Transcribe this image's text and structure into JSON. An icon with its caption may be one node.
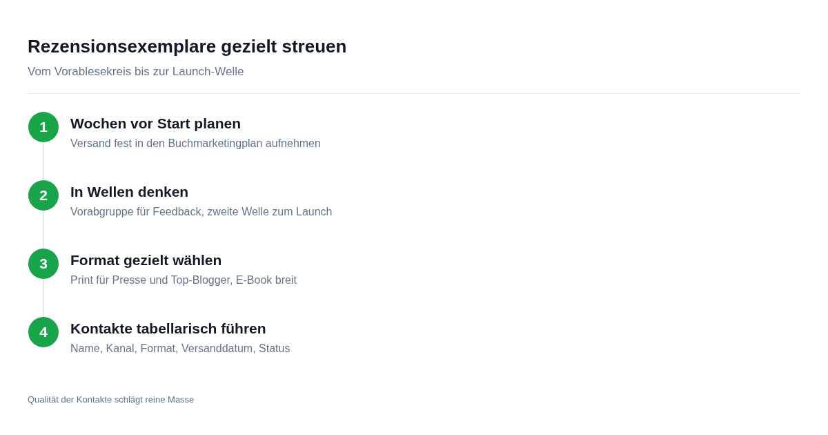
{
  "diagram": {
    "title": "Rezensionsexemplare gezielt streuen",
    "caption": "Qualität der Kontakte schlägt reine Masse",
    "labels": [
      "Vom Vorablesekreis bis zur Launch-Welle"
    ],
    "nodes": [
      {
        "text": [
          "1"
        ],
        "beside": [
          "Wochen vor Start planen",
          "Versand fest in den Buchmarketingplan aufnehmen"
        ]
      },
      {
        "text": [
          "2"
        ],
        "beside": [
          "In Wellen denken",
          "Vorabgruppe für Feedback, zweite Welle zum Launch"
        ]
      },
      {
        "text": [
          "3"
        ],
        "beside": [
          "Format gezielt wählen",
          "Print für Presse und Top-Blogger, E-Book breit"
        ]
      },
      {
        "text": [
          "4"
        ],
        "beside": [
          "Kontakte tabellarisch führen",
          "Name, Kanal, Format, Versanddatum, Status"
        ]
      }
    ],
    "edges": [
      {
        "from": 0,
        "to": 1,
        "arrow": "none"
      },
      {
        "from": 1,
        "to": 2,
        "arrow": "none"
      },
      {
        "from": 2,
        "to": 3,
        "arrow": "none"
      }
    ]
  }
}
